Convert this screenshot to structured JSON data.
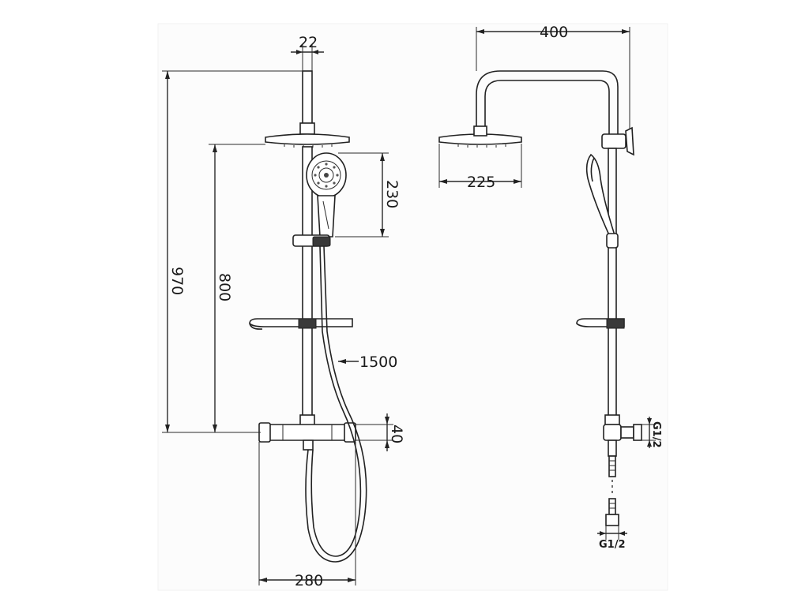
{
  "dimensions": {
    "pipe_diameter": "22",
    "total_height": "970",
    "slide_height": "800",
    "handshower_length": "230",
    "hose_length": "1500",
    "thermostat_height": "40",
    "thermostat_width": "280",
    "arm_reach": "400",
    "head_diameter": "225",
    "side_outlet_thread": "G1/2",
    "bottom_inlet_thread": "G1/2"
  }
}
